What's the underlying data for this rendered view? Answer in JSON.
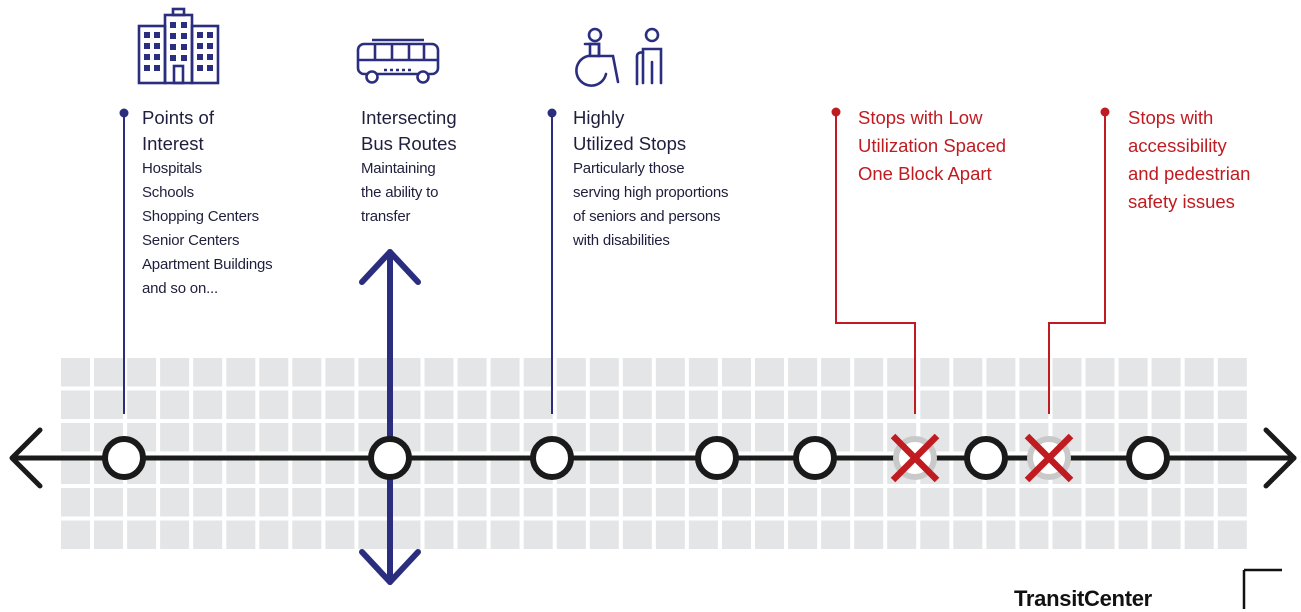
{
  "labels": {
    "poi": {
      "title_line1": "Points of",
      "title_line2": "Interest",
      "items": [
        "Hospitals",
        "Schools",
        "Shopping Centers",
        "Senior Centers",
        "Apartment Buildings",
        "and so on..."
      ]
    },
    "bus": {
      "title_line1": "Intersecting",
      "title_line2": "Bus Routes",
      "desc": [
        "Maintaining",
        "the ability to",
        "transfer"
      ]
    },
    "util": {
      "title_line1": "Highly",
      "title_line2": "Utilized Stops",
      "desc": [
        "Particularly those",
        "serving high proportions",
        "of seniors and persons",
        "with disabilities"
      ]
    },
    "low": {
      "lines": [
        "Stops with Low",
        "Utilization Spaced",
        "One Block Apart"
      ]
    },
    "access": {
      "lines": [
        "Stops with",
        "accessibility",
        "and pedestrian",
        "safety issues"
      ]
    }
  },
  "brand": "TransitCenter",
  "icons": [
    "building-icon",
    "bus-icon",
    "wheelchair-icon",
    "senior-person-icon"
  ],
  "colors": {
    "navy": "#2b2e7f",
    "red": "#c11b22",
    "grid": "#e4e5e7",
    "line": "#1a1a1a",
    "removed_stop": "#c9c9c9"
  },
  "stops": [
    {
      "kind": "stop"
    },
    {
      "kind": "stop"
    },
    {
      "kind": "stop"
    },
    {
      "kind": "stop"
    },
    {
      "kind": "stop"
    },
    {
      "kind": "removed"
    },
    {
      "kind": "stop"
    },
    {
      "kind": "removed"
    },
    {
      "kind": "stop"
    }
  ]
}
